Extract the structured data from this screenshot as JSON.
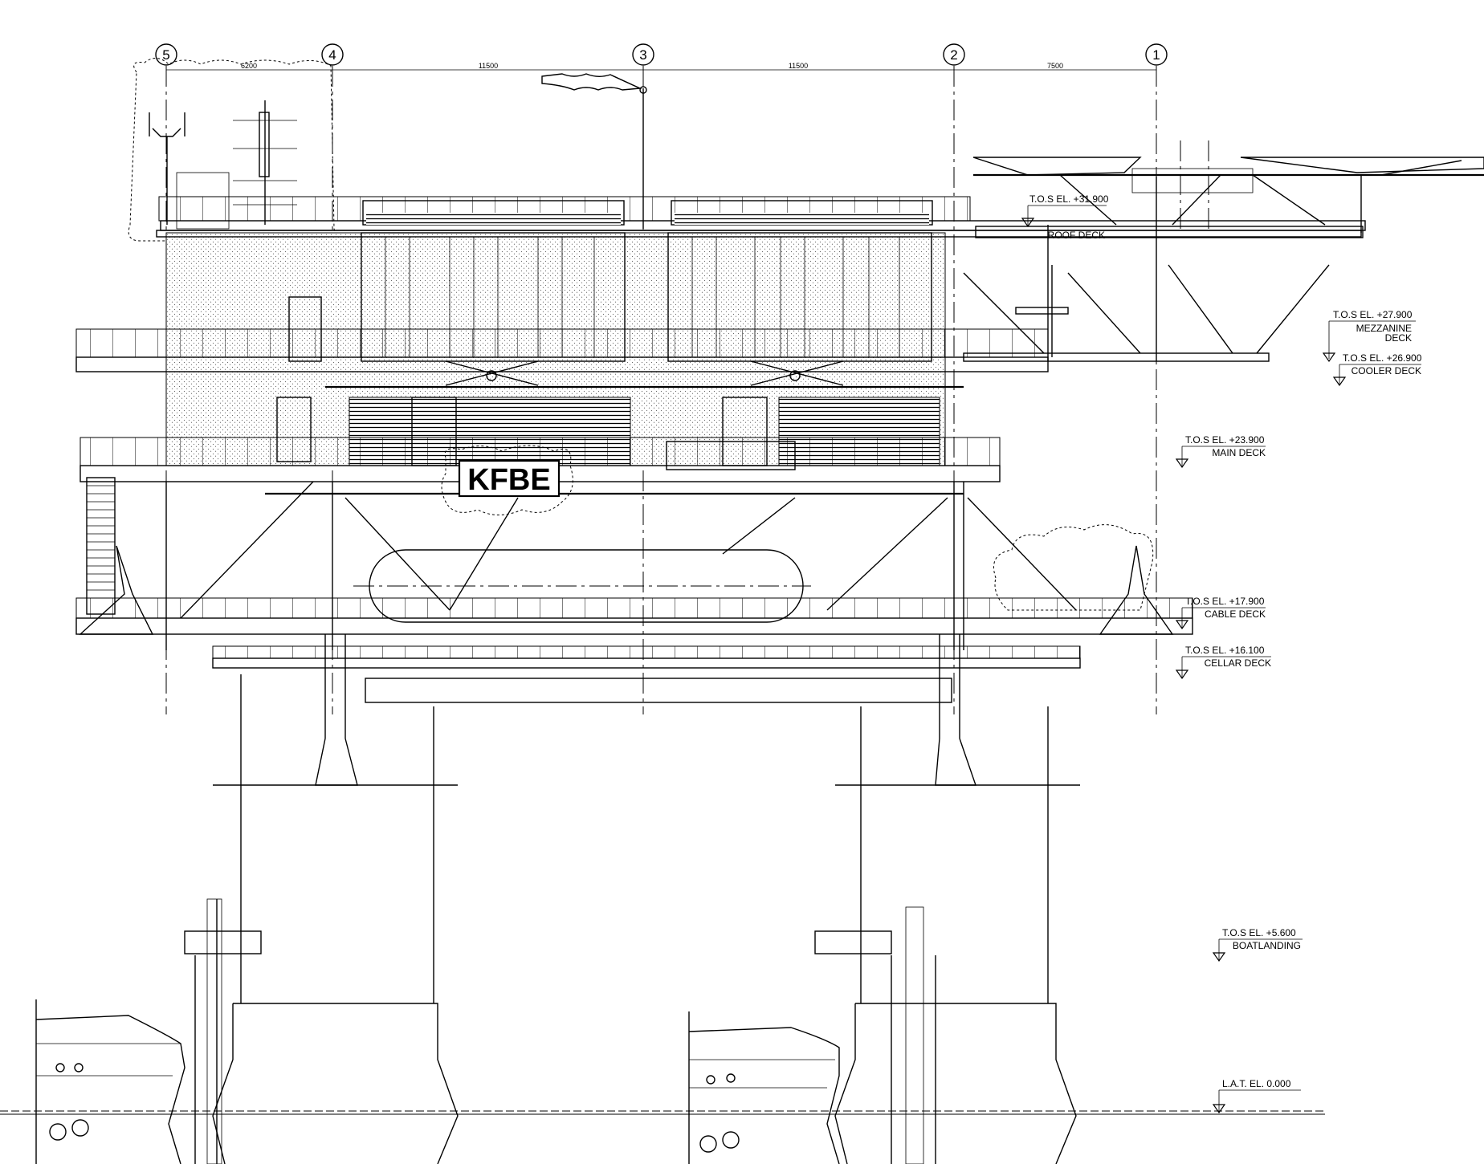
{
  "drawing": {
    "signboard_text": "KFBE",
    "grid_axes": [
      "5",
      "4",
      "3",
      "2",
      "1"
    ],
    "dimensions": [
      "6200",
      "11500",
      "11500",
      "7500"
    ],
    "levels": [
      {
        "id": "roof",
        "title": "T.O.S EL. +31.900",
        "sub": [
          "ROOF DECK"
        ]
      },
      {
        "id": "mezz",
        "title": "T.O.S EL. +27.900",
        "sub": [
          "MEZZANINE",
          "DECK"
        ]
      },
      {
        "id": "cooler",
        "title": "T.O.S EL. +26.900",
        "sub": [
          "COOLER DECK"
        ]
      },
      {
        "id": "main",
        "title": "T.O.S EL. +23.900",
        "sub": [
          "MAIN DECK"
        ]
      },
      {
        "id": "cable",
        "title": "T.O.S EL. +17.900",
        "sub": [
          "CABLE DECK"
        ]
      },
      {
        "id": "cellar",
        "title": "T.O.S EL. +16.100",
        "sub": [
          "CELLAR DECK"
        ]
      },
      {
        "id": "boat",
        "title": "T.O.S EL. +5.600",
        "sub": [
          "BOATLANDING"
        ]
      },
      {
        "id": "lat",
        "title": "L.A.T.  EL. 0.000",
        "sub": []
      }
    ]
  }
}
